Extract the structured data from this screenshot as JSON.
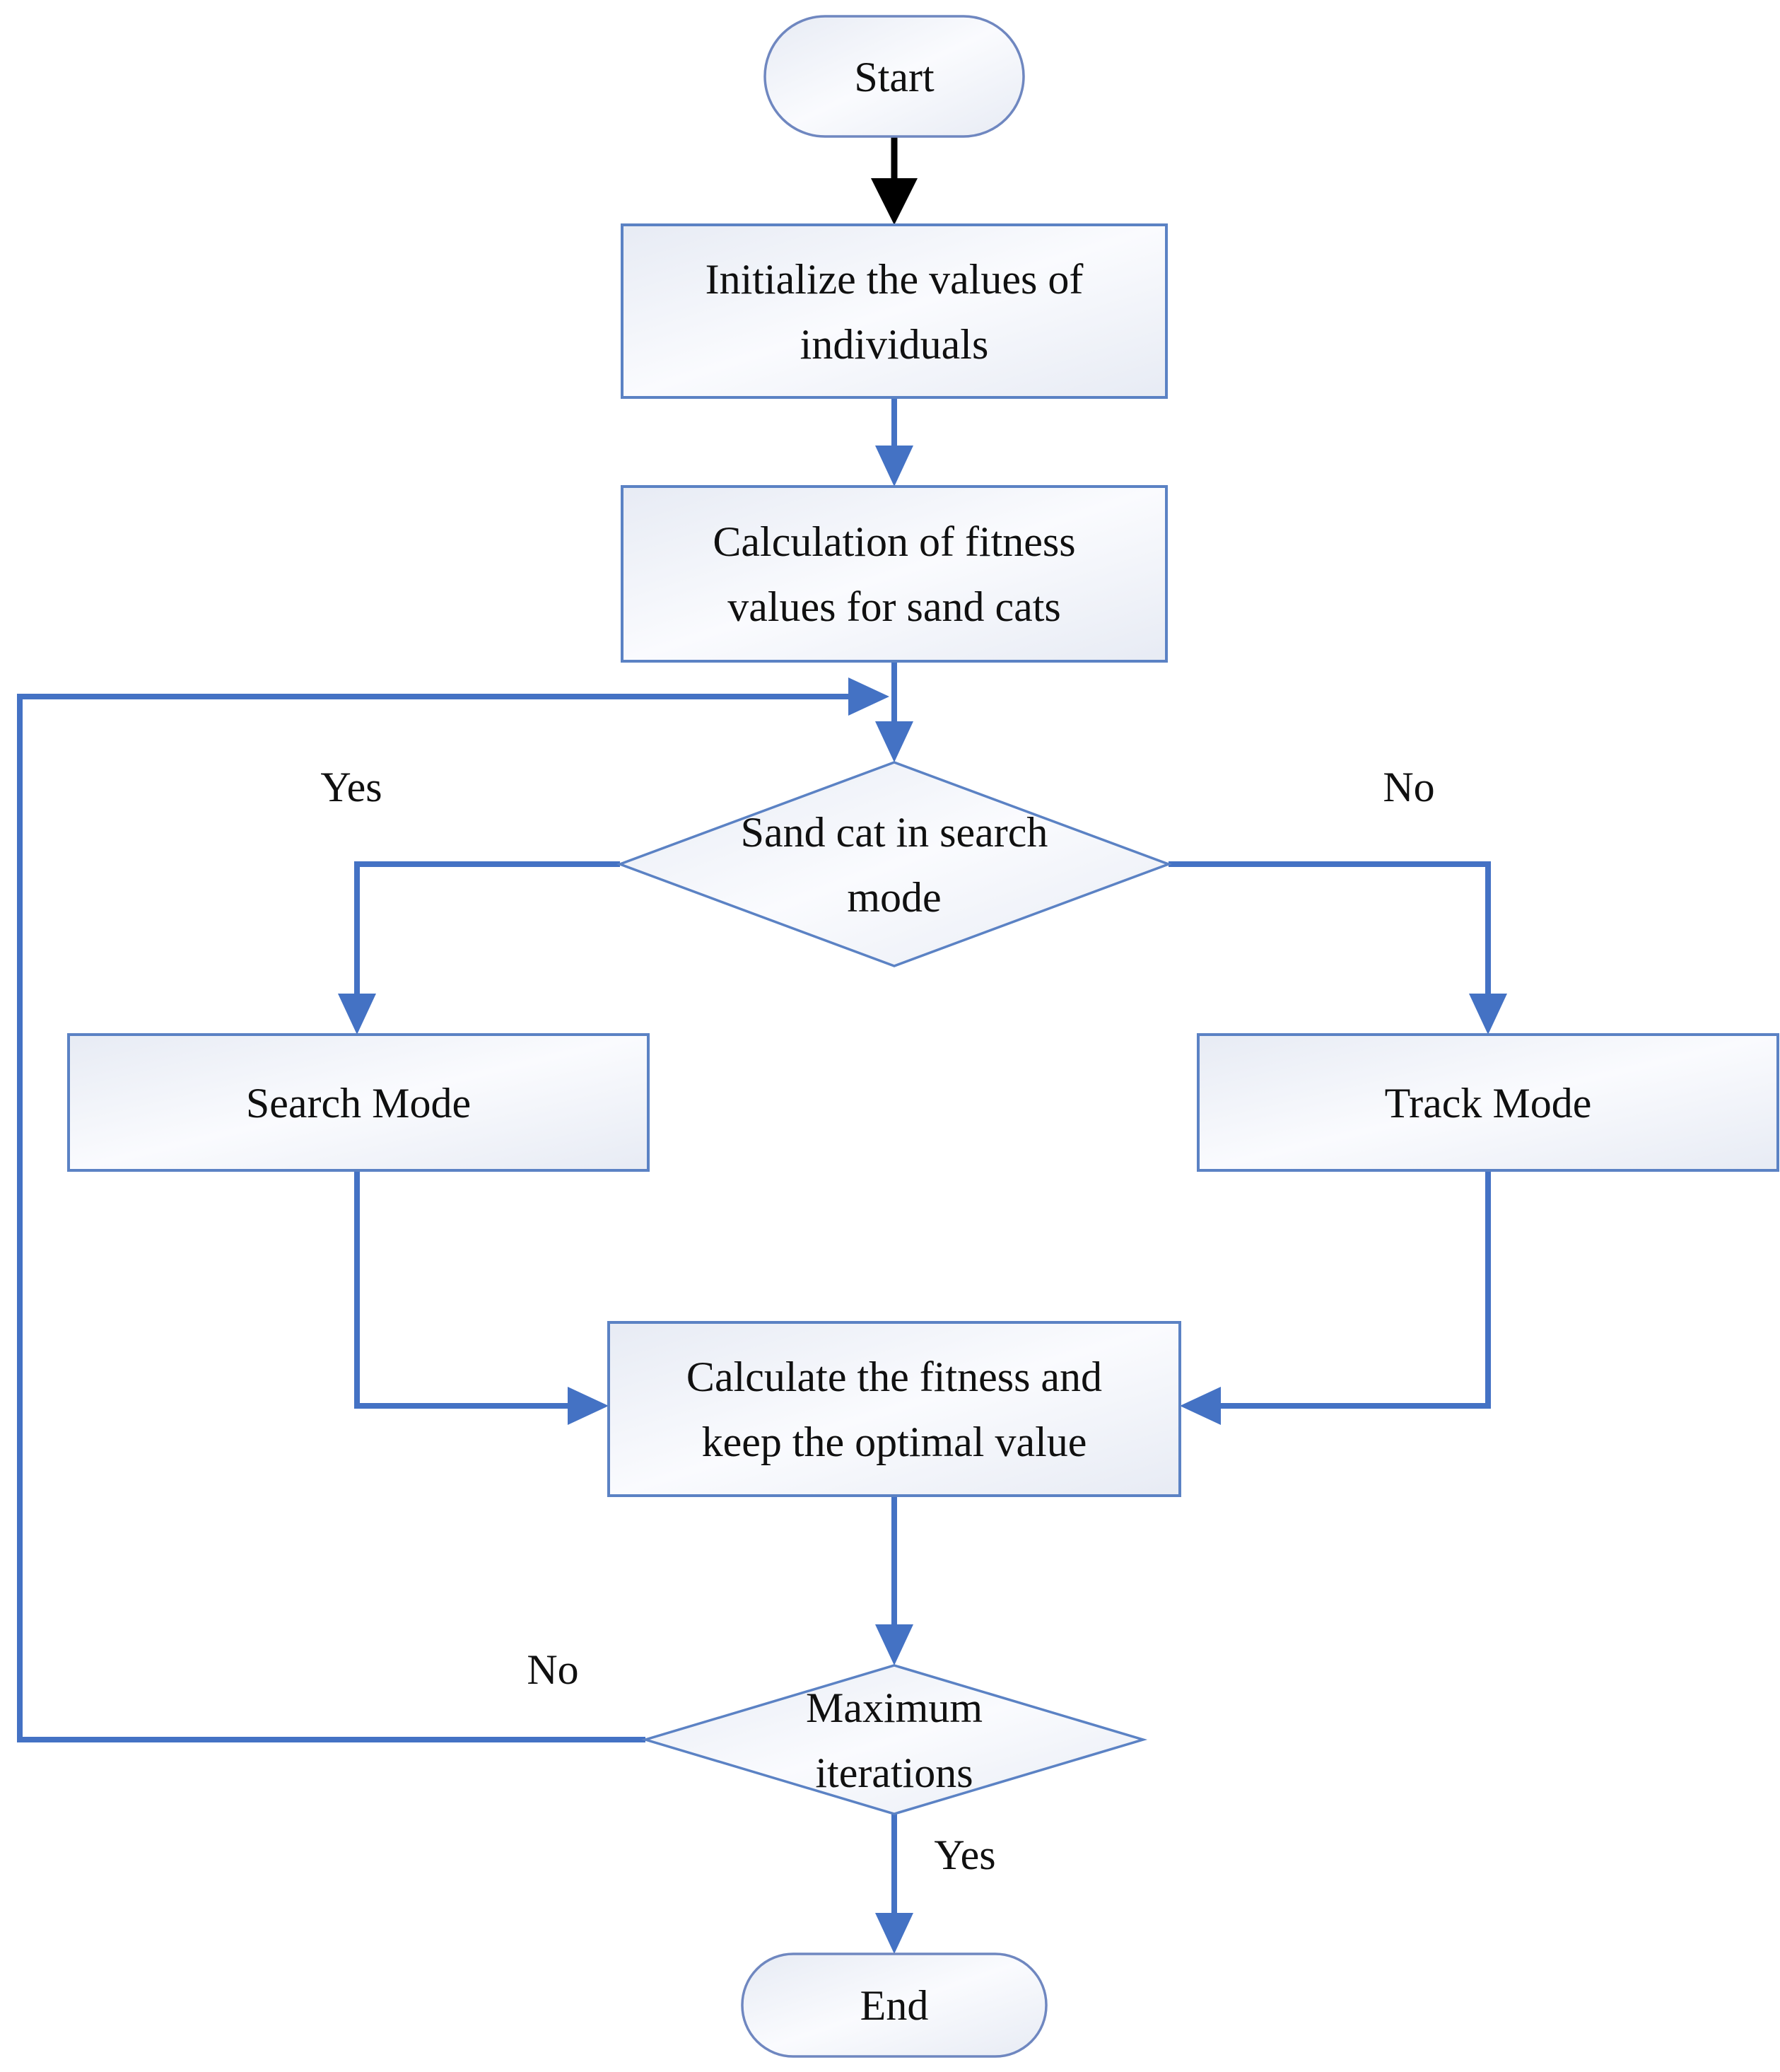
{
  "colors": {
    "line": "#4472c4",
    "box_border": "#5b82c4",
    "stadium_border": "#6f87c0",
    "fill_edge": "#e7ebf4",
    "fill_mid": "#fafbfe",
    "text": "#101010",
    "black_arrow": "#000000",
    "background": "#ffffff"
  },
  "nodes": {
    "start": {
      "label": "Start"
    },
    "initialize": {
      "label": "Initialize the values of individuals",
      "line1": "Initialize the values of",
      "line2": "individuals"
    },
    "fitness": {
      "label": "Calculation of fitness values for sand cats",
      "line1": "Calculation of fitness",
      "line2": "values for sand cats"
    },
    "search_decision": {
      "label": "Sand cat in search mode",
      "line1": "Sand cat in search",
      "line2": "mode"
    },
    "search_mode": {
      "label": "Search Mode"
    },
    "track_mode": {
      "label": "Track Mode"
    },
    "calculate": {
      "label": "Calculate the fitness and keep the optimal value",
      "line1": "Calculate the fitness and",
      "line2": "keep the optimal value"
    },
    "max_iterations": {
      "label": "Maximum iterations",
      "line1": "Maximum",
      "line2": "iterations"
    },
    "end": {
      "label": "End"
    }
  },
  "edge_labels": {
    "search_yes": "Yes",
    "search_no": "No",
    "iterations_no": "No",
    "iterations_yes": "Yes"
  }
}
